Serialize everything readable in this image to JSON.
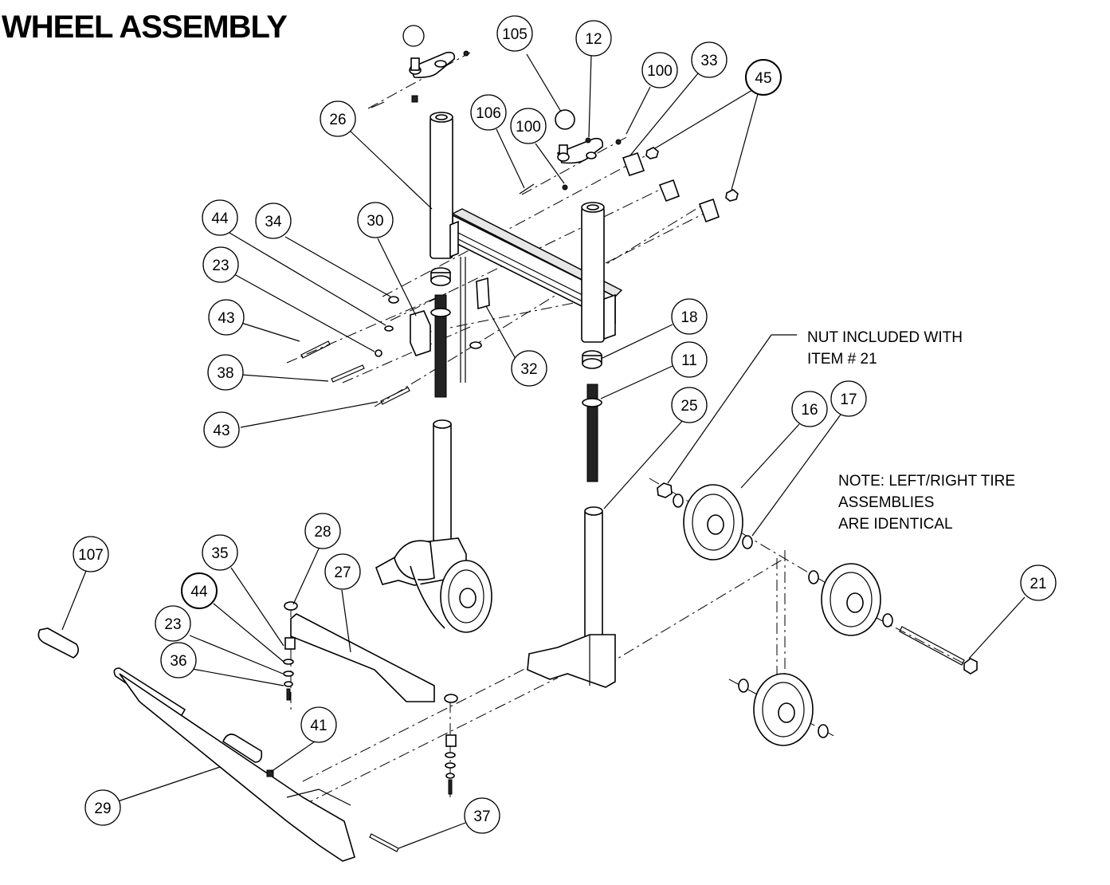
{
  "title": "WHEEL ASSEMBLY",
  "notes": {
    "nut_line1": "NUT INCLUDED WITH",
    "nut_line2": "ITEM # 21",
    "lr_line1": "NOTE: LEFT/RIGHT TIRE ASSEMBLIES",
    "lr_line2": "ARE IDENTICAL"
  },
  "callouts": [
    {
      "id": "c1",
      "label": ""
    },
    {
      "id": "c105",
      "label": "105"
    },
    {
      "id": "c12",
      "label": "12"
    },
    {
      "id": "c100a",
      "label": "100"
    },
    {
      "id": "c33",
      "label": "33"
    },
    {
      "id": "c45",
      "label": "45"
    },
    {
      "id": "c26",
      "label": "26"
    },
    {
      "id": "c106",
      "label": "106"
    },
    {
      "id": "c100b",
      "label": "100"
    },
    {
      "id": "c44a",
      "label": "44"
    },
    {
      "id": "c34",
      "label": "34"
    },
    {
      "id": "c30",
      "label": "30"
    },
    {
      "id": "c23a",
      "label": "23"
    },
    {
      "id": "c43a",
      "label": "43"
    },
    {
      "id": "c38",
      "label": "38"
    },
    {
      "id": "c43b",
      "label": "43"
    },
    {
      "id": "c32",
      "label": "32"
    },
    {
      "id": "c18",
      "label": "18"
    },
    {
      "id": "c11",
      "label": "11"
    },
    {
      "id": "c25",
      "label": "25"
    },
    {
      "id": "c16",
      "label": "16"
    },
    {
      "id": "c17",
      "label": "17"
    },
    {
      "id": "c107",
      "label": "107"
    },
    {
      "id": "c35",
      "label": "35"
    },
    {
      "id": "c28",
      "label": "28"
    },
    {
      "id": "c27",
      "label": "27"
    },
    {
      "id": "c44b",
      "label": "44"
    },
    {
      "id": "c23b",
      "label": "23"
    },
    {
      "id": "c36",
      "label": "36"
    },
    {
      "id": "c41",
      "label": "41"
    },
    {
      "id": "c21",
      "label": "21"
    },
    {
      "id": "c29",
      "label": "29"
    },
    {
      "id": "c37",
      "label": "37"
    }
  ]
}
